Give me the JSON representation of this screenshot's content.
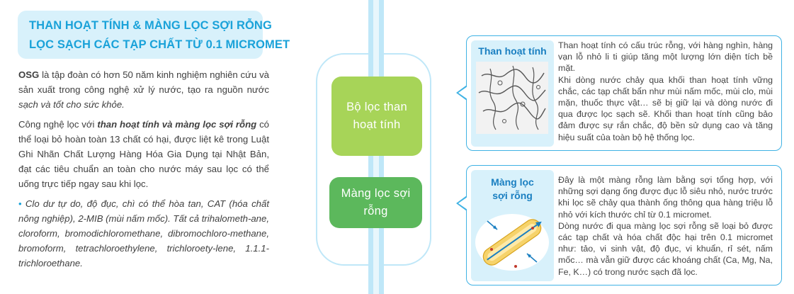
{
  "header": {
    "line1": "THAN HOẠT TÍNH & MÀNG LỌC SỢI RỖNG",
    "line2": "LỌC SẠCH CÁC TẠP CHẤT TỪ 0.1 MICROMET"
  },
  "intro": {
    "p1_brand": "OSG",
    "p1_text_a": " là tập đoàn có hơn 50 năm kinh nghiệm nghiên cứu và sản xuất trong công nghệ xử lý nước, tạo ra nguồn nước ",
    "p1_text_b": "sạch và tốt cho sức khỏe.",
    "p2_text_a": "Công nghệ lọc với ",
    "p2_text_b": "than hoạt tính và màng lọc sợi rỗng",
    "p2_text_c": " có thể loại bỏ hoàn toàn 13 chất có hại, được liệt kê trong Luật Ghi Nhãn Chất Lượng Hàng Hóa Gia Dụng tại Nhật Bản, đạt các tiêu chuẩn an toàn cho nước máy sau lọc có thể uống trực tiếp ngay sau khi lọc.",
    "bullet_symbol": "•",
    "bullet_text": " Clo dư tự do, độ đục, chì có thể hòa tan, CAT (hóa chất nông nghiệp), 2-MIB  (mùi nấm mốc). Tất cả trihalometh-ane, cloroform, bromodichloromethane, dibromochloro-methane, bromoform, tetrachloroethylene, trichloroety-lene,  1.1.1-trichloroethane."
  },
  "filter": {
    "carbon_label": "Bộ lọc than hoạt tính",
    "membrane_label": "Màng lọc sợi rỗng"
  },
  "callout1": {
    "title": "Than hoạt tính",
    "text": "Than hoạt tính có cấu trúc rỗng, với hàng nghìn, hàng vạn lỗ nhỏ li ti giúp tăng một lượng lớn diện tích bề mặt.\nKhi dòng nước chảy qua khối than hoạt tính vững chắc, các tạp chất bẩn như mùi nấm mốc, mùi clo, mùi mặn, thuốc thực vật… sẽ bị giữ lại và dòng nước đi qua được lọc sạch sẽ. Khối than hoạt tính cũng bảo đảm được sự rắn chắc, độ bền sử dụng cao và tăng hiệu suất của toàn bộ hệ thống lọc."
  },
  "callout2": {
    "title": "Màng lọc sợi rỗng",
    "text": "Đây là một màng rỗng làm bằng sợi tổng hợp, với những sợi dạng ống được đục lỗ siêu nhỏ, nước trước khi lọc sẽ chảy qua thành ống thông qua hàng triệu lỗ nhỏ với kích thước chỉ từ 0.1 micromet.\nDòng nước đi qua màng lọc sợi rỗng sẽ loại bỏ được các tạp chất và hóa chất độc hại trên 0.1 micromet như: tảo, vi sinh vật, độ đục, vi khuẩn, rỉ sét, nấm mốc… mà vẫn giữ được các khoáng chất (Ca, Mg, Na, Fe, K…) có trong nước sạch đã lọc."
  },
  "colors": {
    "accent": "#1aa2d9",
    "header_bg": "#d8f1fb",
    "carbon_green": "#a7d458",
    "membrane_green": "#5cb85c",
    "callout_border": "#3fb2e4"
  },
  "icons": [
    "carbon-pore-diagram-icon",
    "hollow-fiber-diagram-icon"
  ]
}
